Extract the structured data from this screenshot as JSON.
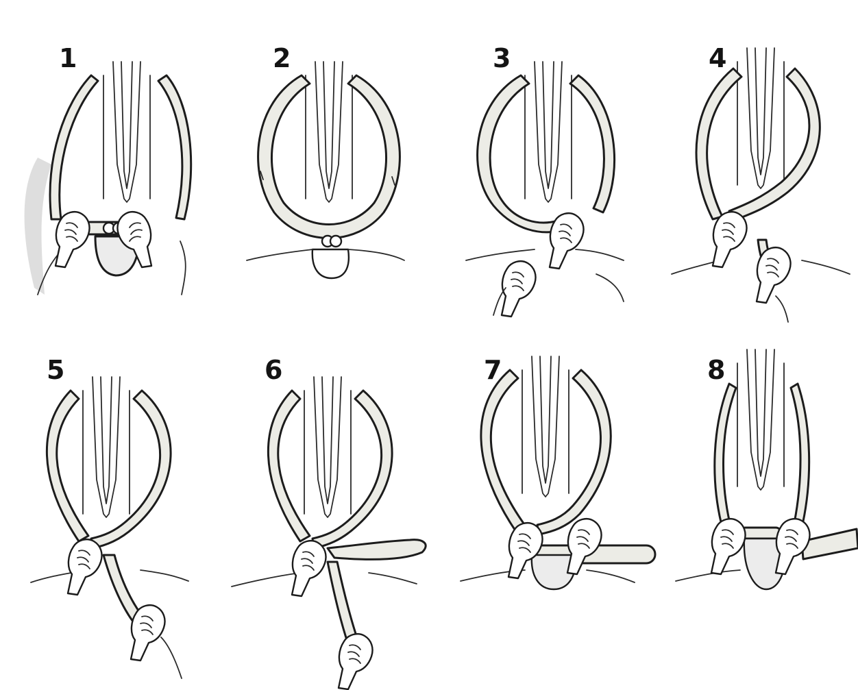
{
  "steps": [
    {
      "label": "1"
    },
    {
      "label": "2"
    },
    {
      "label": "3"
    },
    {
      "label": "4"
    },
    {
      "label": "5"
    },
    {
      "label": "6"
    },
    {
      "label": "7"
    },
    {
      "label": "8"
    }
  ],
  "colors": {
    "ink": "#1c1c1c",
    "band_fill": "#ecece6",
    "background": "#ffffff",
    "shade": "#dedede"
  }
}
